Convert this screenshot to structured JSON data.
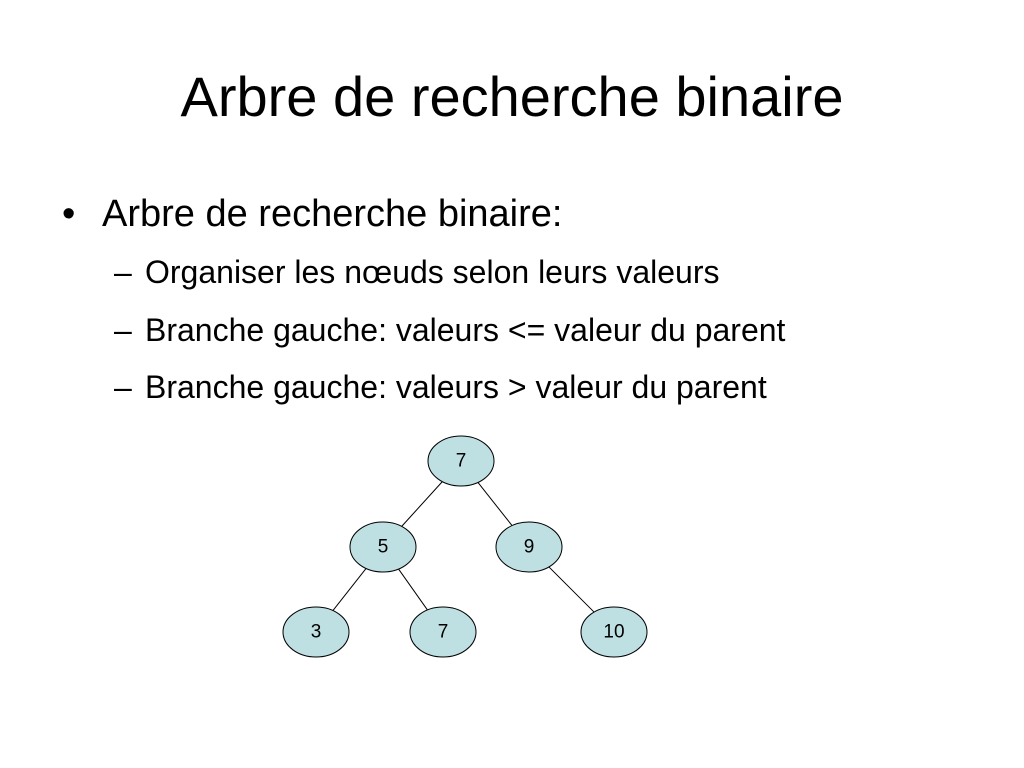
{
  "slide": {
    "title": "Arbre de recherche binaire",
    "bullet": {
      "marker": "•",
      "text": "Arbre de recherche binaire:",
      "sub_marker": "–",
      "sub_items": [
        "Organiser les nœuds selon leurs valeurs",
        "Branche gauche: valeurs <= valeur du parent",
        "Branche gauche: valeurs > valeur du parent"
      ]
    }
  },
  "tree": {
    "node_fill": "#bfe0e3",
    "nodes": [
      {
        "id": "n7root",
        "label": "7"
      },
      {
        "id": "n5",
        "label": "5"
      },
      {
        "id": "n9",
        "label": "9"
      },
      {
        "id": "n3",
        "label": "3"
      },
      {
        "id": "n7leaf",
        "label": "7"
      },
      {
        "id": "n10",
        "label": "10"
      }
    ],
    "edges": [
      [
        "n7root",
        "n5"
      ],
      [
        "n7root",
        "n9"
      ],
      [
        "n5",
        "n3"
      ],
      [
        "n5",
        "n7leaf"
      ],
      [
        "n9",
        "n10"
      ]
    ]
  }
}
